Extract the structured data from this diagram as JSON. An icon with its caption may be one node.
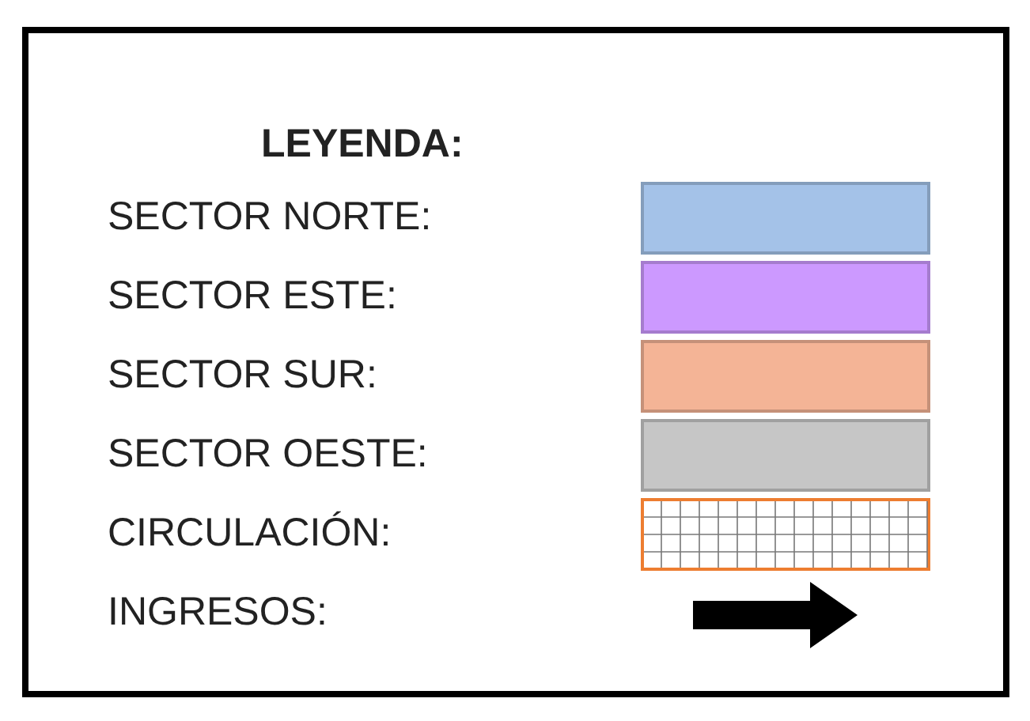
{
  "diagram": {
    "title": "LEYENDA:",
    "legend": [
      {
        "text": "SECTOR NORTE:",
        "color": "#a4c2e8"
      },
      {
        "text": "SECTOR ESTE:",
        "color": "#cc99ff"
      },
      {
        "text": "SECTOR SUR:",
        "color": "#f4b496"
      },
      {
        "text": "SECTOR OESTE:",
        "color": "#c6c6c6"
      },
      {
        "text": "CIRCULACIÓN:"
      },
      {
        "text": "INGRESOS:"
      }
    ]
  }
}
